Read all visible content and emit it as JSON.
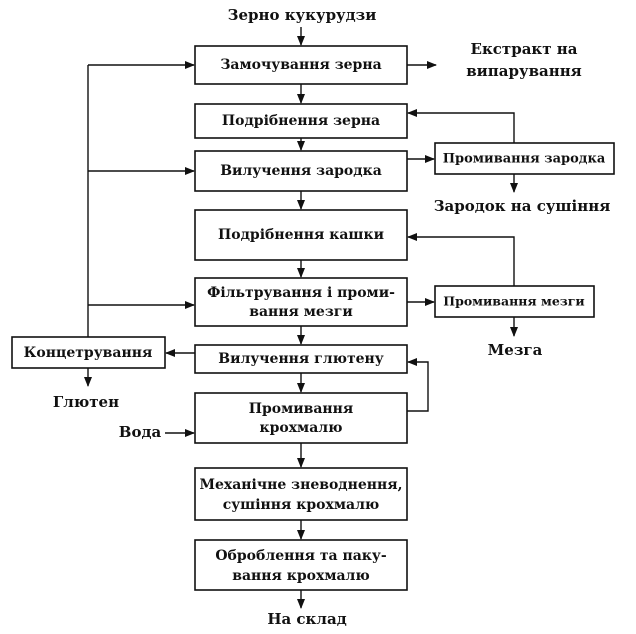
{
  "diagram": {
    "input": "Зерно кукурудзи",
    "steps": {
      "soaking": "Замочування зерна",
      "grinding": "Подрібнення зерна",
      "germ_removal": "Вилучення зародка",
      "grits_grinding": "Подрібнення кашки",
      "filtering_line1": "Фільтрування і проми-",
      "filtering_line2": "вання мезги",
      "gluten_removal": "Вилучення глютену",
      "starch_washing_line1": "Промивання",
      "starch_washing_line2": "крохмалю",
      "dewatering_line1": "Механічне зневоднення,",
      "dewatering_line2": "сушіння крохмалю",
      "packing_line1": "Оброблення та паку-",
      "packing_line2": "вання крохмалю"
    },
    "side_steps": {
      "germ_washing": "Промивання зародка",
      "pulp_washing": "Промивання мезги",
      "concentration": "Концетрування"
    },
    "outputs": {
      "extract_line1": "Екстракт на",
      "extract_line2": "випарування",
      "germ_drying": "Зародок на сушіння",
      "pulp": "Мезга",
      "gluten": "Глютен",
      "water": "Вода",
      "warehouse": "На склад"
    }
  }
}
